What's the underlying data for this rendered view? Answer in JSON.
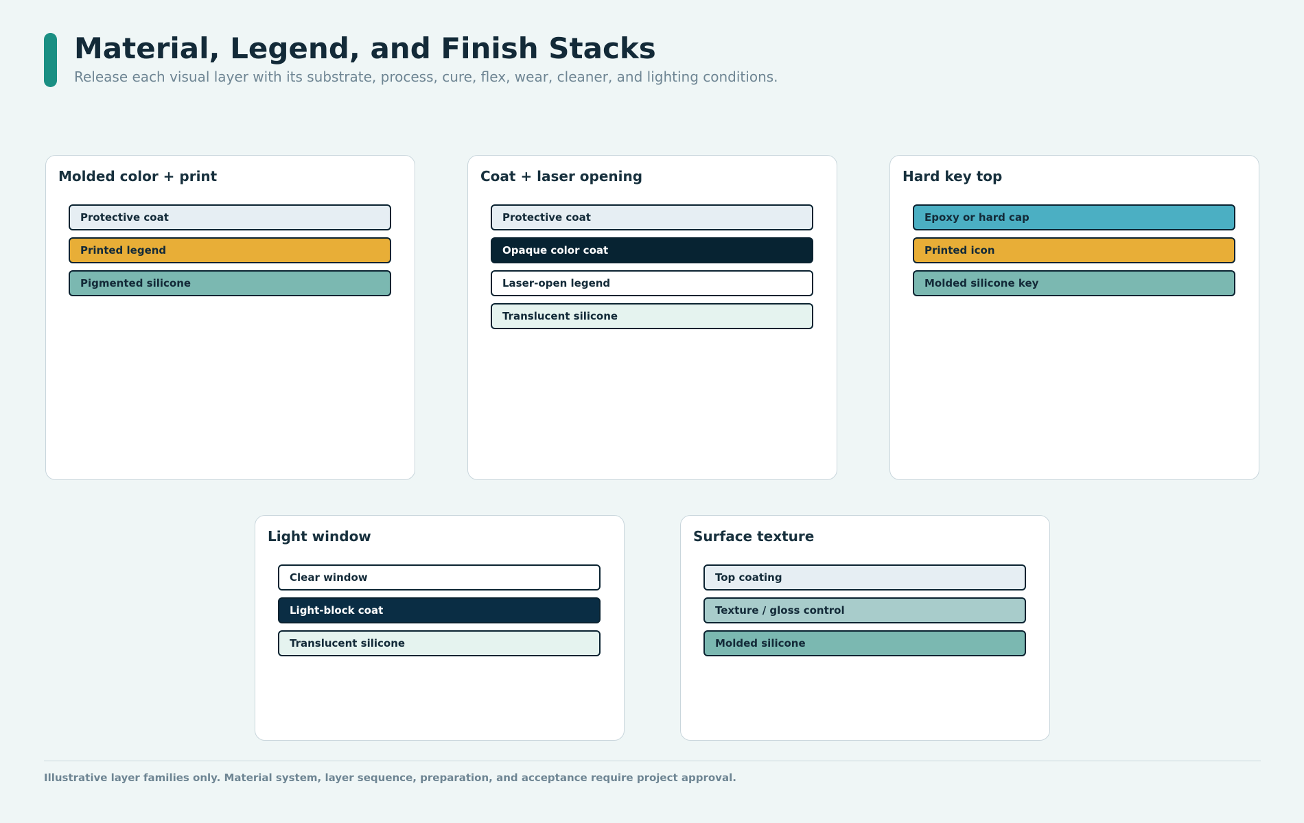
{
  "header": {
    "title": "Material, Legend, and Finish Stacks",
    "subtitle": "Release each visual layer with its substrate, process, cure, flex, wear, cleaner, and lighting conditions."
  },
  "colors": {
    "accent": "#1a8f83",
    "coat_light": "#e6eef3",
    "legend_yellow": "#e8ae37",
    "silicone_teal": "#7bb8b1",
    "opaque_dark": "#072332",
    "light_block_dark": "#0a2d44",
    "clear_white": "#ffffff",
    "translucent_mint": "#e5f3ef",
    "epoxy_cyan": "#4bafc3",
    "texture_gray_teal": "#a8cccb"
  },
  "panels": [
    {
      "title": "Molded color + print",
      "layers": [
        {
          "label": "Protective coat",
          "bg": "#e6eef3",
          "fg": "#132a38"
        },
        {
          "label": "Printed legend",
          "bg": "#e8ae37",
          "fg": "#132a38"
        },
        {
          "label": "Pigmented silicone",
          "bg": "#7bb8b1",
          "fg": "#132a38"
        }
      ]
    },
    {
      "title": "Coat + laser opening",
      "layers": [
        {
          "label": "Protective coat",
          "bg": "#e6eef3",
          "fg": "#132a38"
        },
        {
          "label": "Opaque color coat",
          "bg": "#072332",
          "fg": "#ffffff"
        },
        {
          "label": "Laser-open legend",
          "bg": "#ffffff",
          "fg": "#132a38"
        },
        {
          "label": "Translucent silicone",
          "bg": "#e5f3ef",
          "fg": "#132a38"
        }
      ]
    },
    {
      "title": "Hard key top",
      "layers": [
        {
          "label": "Epoxy or hard cap",
          "bg": "#4bafc3",
          "fg": "#132a38"
        },
        {
          "label": "Printed icon",
          "bg": "#e8ae37",
          "fg": "#132a38"
        },
        {
          "label": "Molded silicone key",
          "bg": "#7bb8b1",
          "fg": "#132a38"
        }
      ]
    },
    {
      "title": "Light window",
      "layers": [
        {
          "label": "Clear window",
          "bg": "#ffffff",
          "fg": "#132a38"
        },
        {
          "label": "Light-block coat",
          "bg": "#0a2d44",
          "fg": "#ffffff"
        },
        {
          "label": "Translucent silicone",
          "bg": "#e5f3ef",
          "fg": "#132a38"
        }
      ]
    },
    {
      "title": "Surface texture",
      "layers": [
        {
          "label": "Top coating",
          "bg": "#e6eef3",
          "fg": "#132a38"
        },
        {
          "label": "Texture / gloss control",
          "bg": "#a8cccb",
          "fg": "#132a38"
        },
        {
          "label": "Molded silicone",
          "bg": "#7bb8b1",
          "fg": "#132a38"
        }
      ]
    }
  ],
  "footer": {
    "note": "Illustrative layer families only. Material system, layer sequence, preparation, and acceptance require project approval."
  }
}
